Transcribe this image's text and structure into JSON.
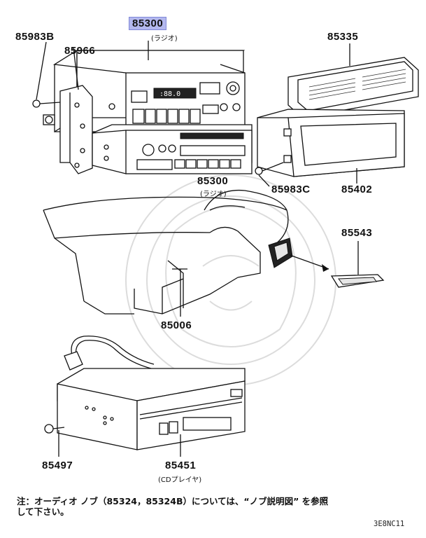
{
  "parts": {
    "p85983b": "85983B",
    "p85966": "85966",
    "p85300_top": "85300",
    "p85300_top_sub": "(ラジオ)",
    "p85335": "85335",
    "p85300_mid": "85300",
    "p85300_mid_sub": "(ラジオ)",
    "p85983c": "85983C",
    "p85402": "85402",
    "p85543": "85543",
    "p85006": "85006",
    "p85497": "85497",
    "p85451": "85451",
    "p85451_sub": "(CDプレイヤ)"
  },
  "note": {
    "line1": "注：オーディオ ノブ（85324，85324B）については、“ノブ説明図” を参照",
    "line2": "して下さい。"
  },
  "diagram_code": "3E8NC11",
  "colors": {
    "highlight": "#b3b8ee",
    "ink": "#111111"
  }
}
